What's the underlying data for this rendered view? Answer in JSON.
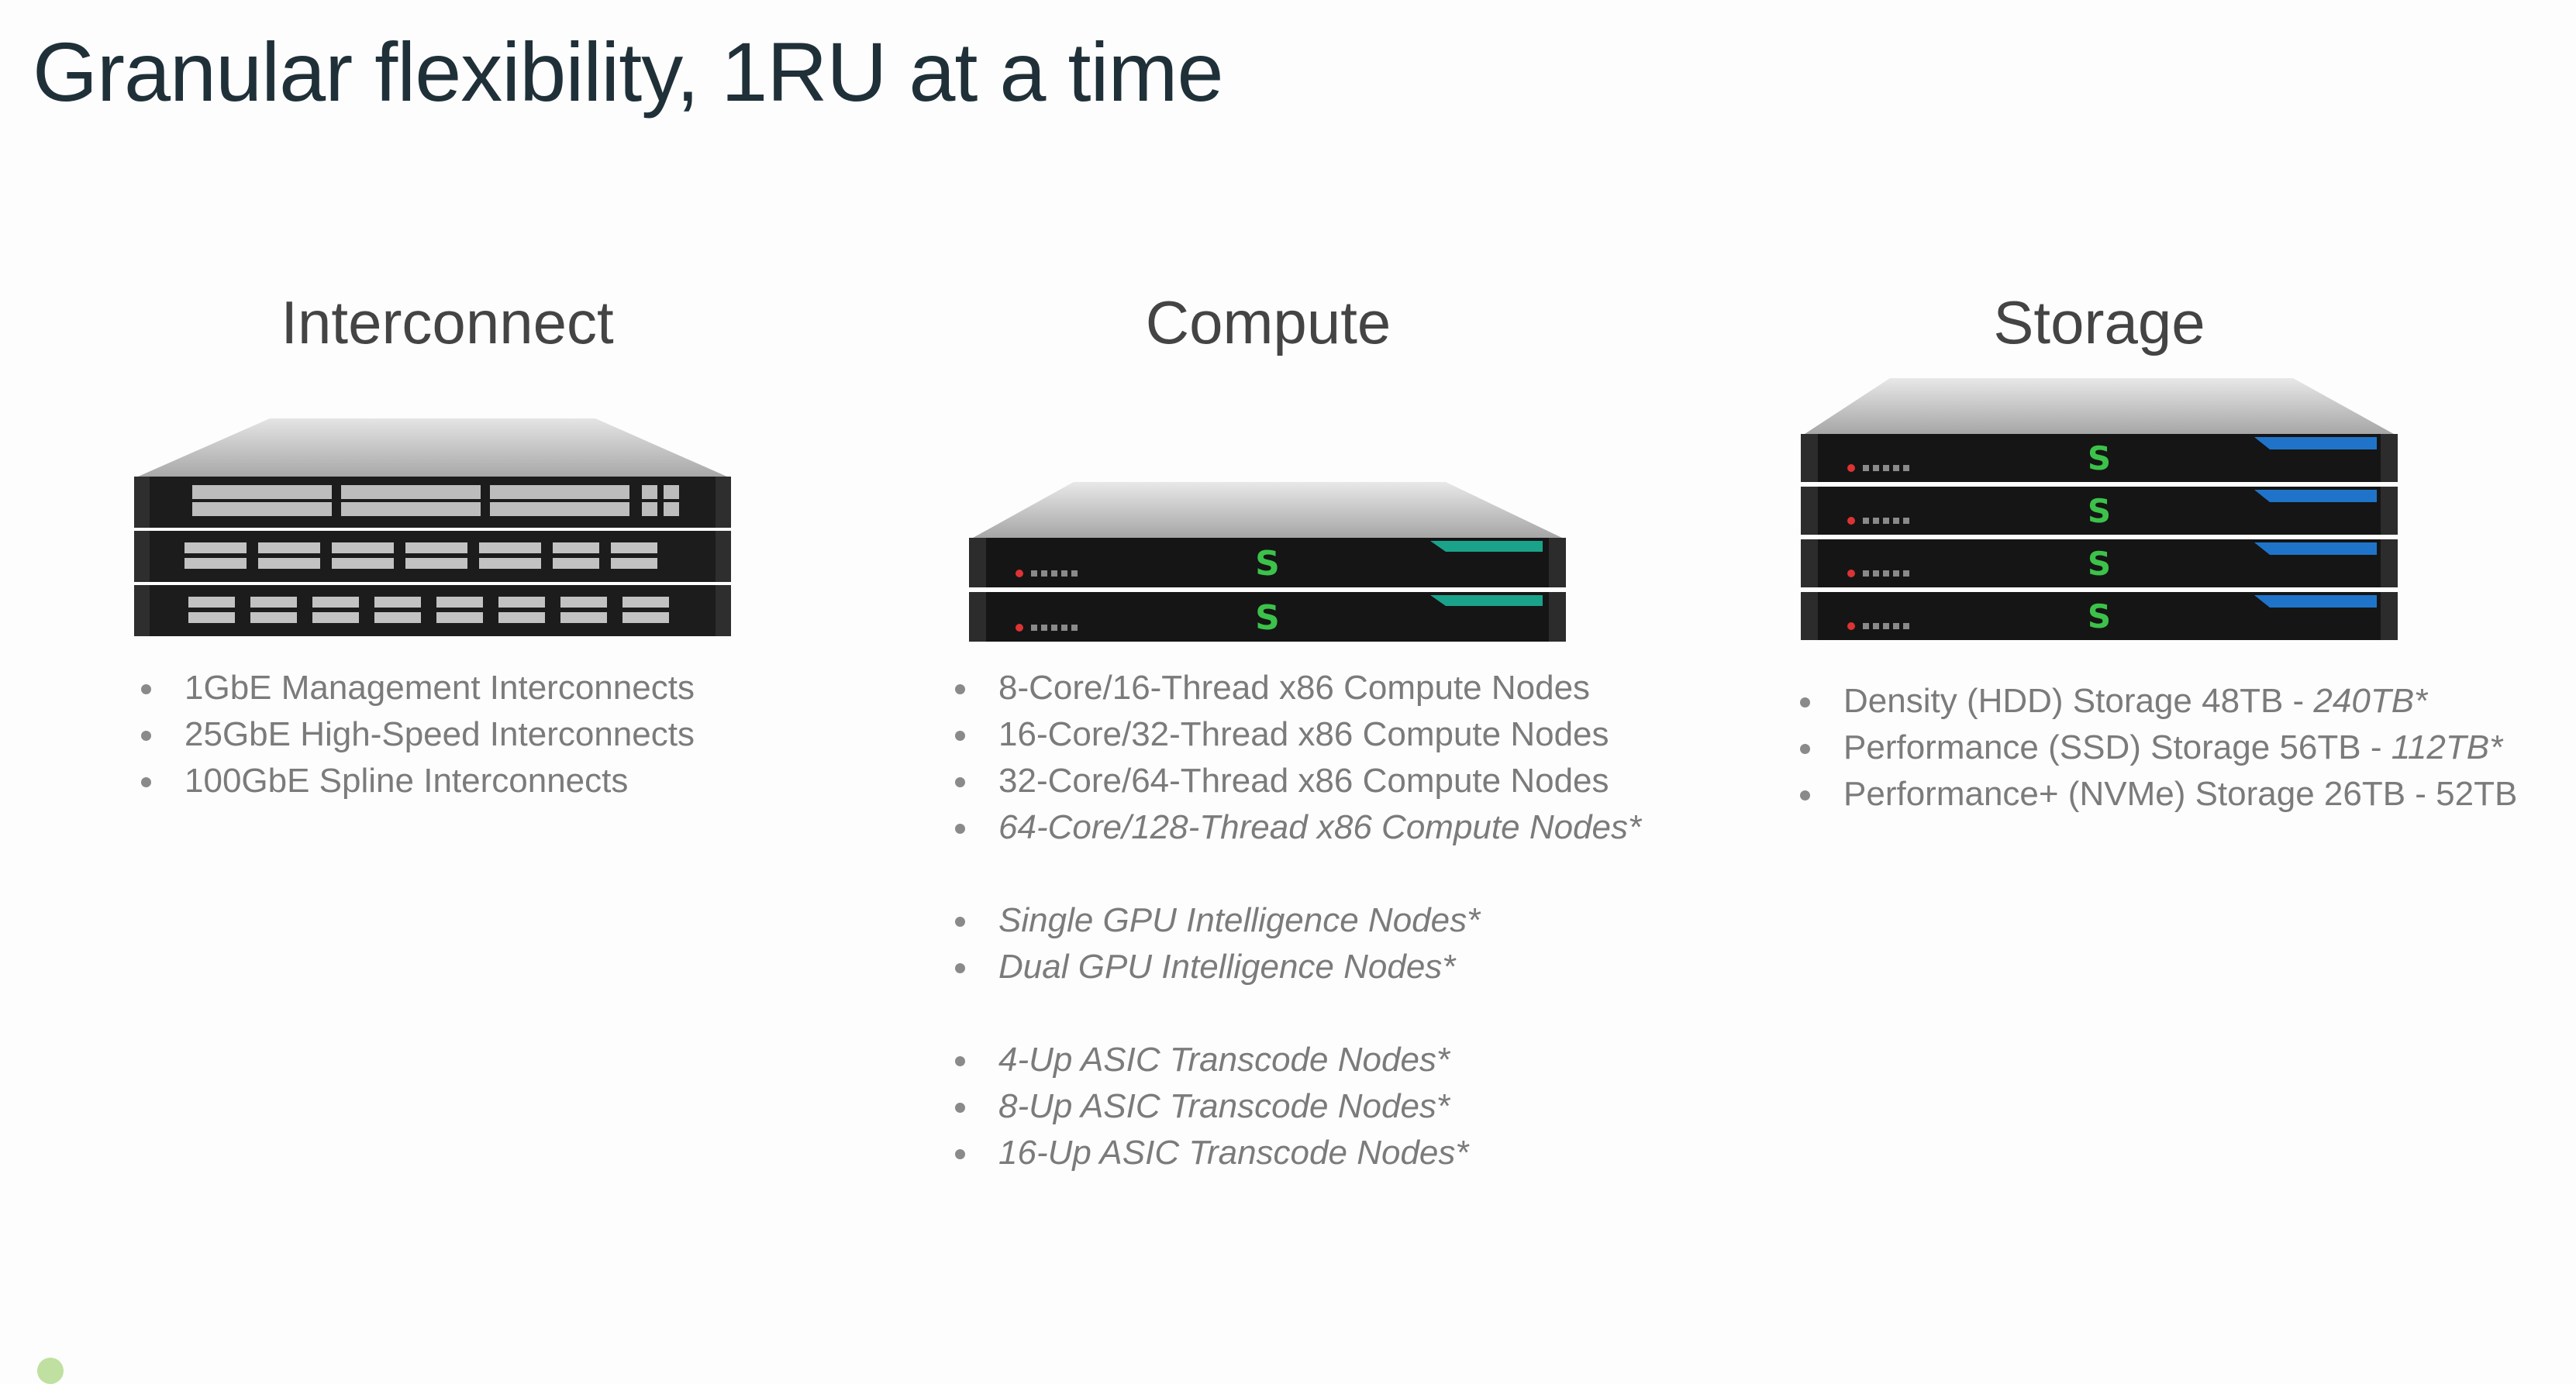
{
  "title": "Granular flexibility, 1RU at a time",
  "columns": {
    "interconnect": {
      "heading": "Interconnect",
      "image_icon": "network-switch-stack",
      "items": [
        {
          "text": "1GbE Management Interconnects"
        },
        {
          "text": "25GbE High-Speed Interconnects"
        },
        {
          "text": "100GbE Spline Interconnects"
        }
      ]
    },
    "compute": {
      "heading": "Compute",
      "image_icon": "compute-server-stack",
      "items": [
        {
          "text": "8-Core/16-Thread x86 Compute Nodes"
        },
        {
          "text": "16-Core/32-Thread x86 Compute Nodes"
        },
        {
          "text": "32-Core/64-Thread x86 Compute Nodes"
        },
        {
          "text": "64-Core/128-Thread x86 Compute Nodes*"
        },
        {
          "text": "Single GPU Intelligence Nodes*"
        },
        {
          "text": "Dual GPU Intelligence Nodes*"
        },
        {
          "text": "4-Up ASIC Transcode Nodes*"
        },
        {
          "text": "8-Up ASIC Transcode Nodes*"
        },
        {
          "text": "16-Up ASIC Transcode Nodes*"
        }
      ]
    },
    "storage": {
      "heading": "Storage",
      "image_icon": "storage-server-stack",
      "items": [
        {
          "text": "Density (HDD) Storage 48TB - ",
          "italic": "240TB*"
        },
        {
          "text": "Performance (SSD) Storage 56TB - ",
          "italic": "112TB*"
        },
        {
          "text": "Performance+ (NVMe) Storage 26TB - 52TB"
        }
      ]
    }
  },
  "colors": {
    "title": "#1f3038",
    "brand_green": "#3cc24a",
    "compute_accent": "#1aa38a",
    "storage_accent": "#1f74c9"
  }
}
